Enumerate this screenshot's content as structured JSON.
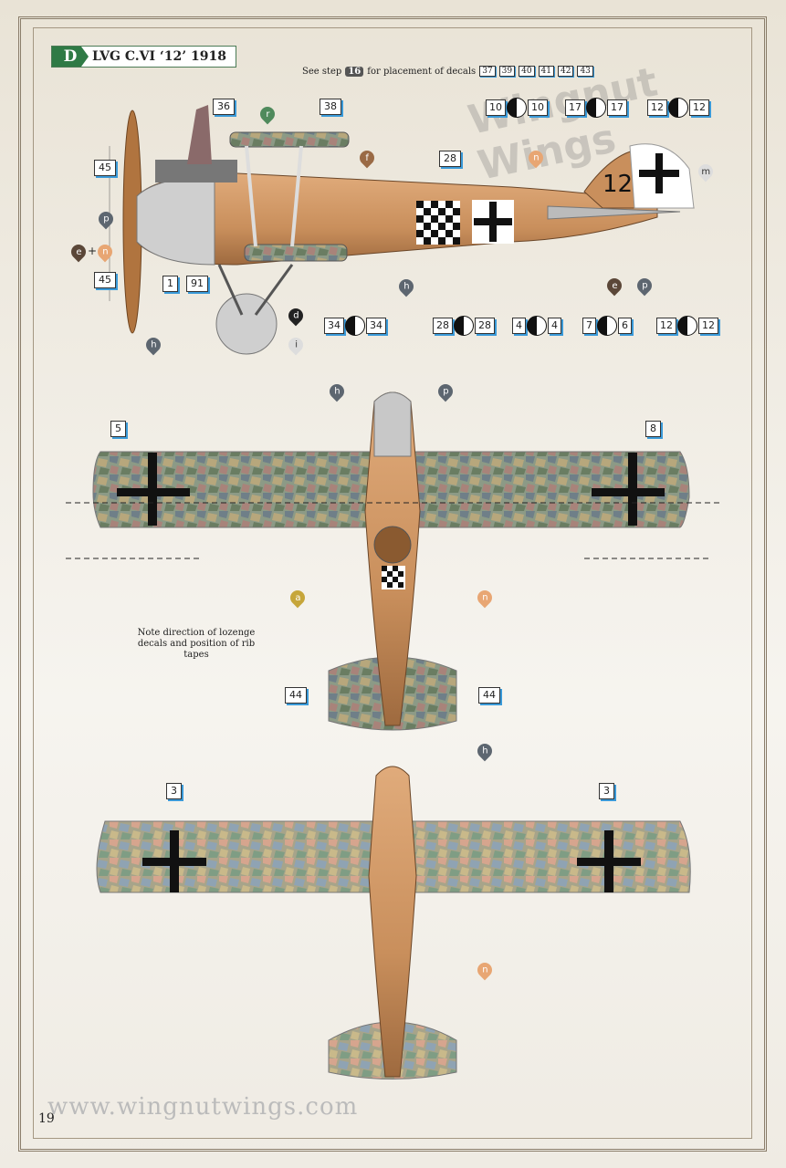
{
  "header": {
    "letter": "D",
    "title": "LVG C.VI  ‘12’  1918"
  },
  "see_step": {
    "prefix": "See step",
    "step": "16",
    "middle": "for placement of decals",
    "decals": [
      "37",
      "39",
      "40",
      "41",
      "42",
      "43"
    ]
  },
  "side_view": {
    "boxes": [
      "36",
      "38",
      "45",
      "45",
      "1",
      "91",
      "28"
    ],
    "pairs": [
      {
        "a": "10",
        "b": "10"
      },
      {
        "a": "17",
        "b": "17"
      },
      {
        "a": "12",
        "b": "12"
      },
      {
        "a": "34",
        "b": "34"
      },
      {
        "a": "28",
        "b": "28"
      },
      {
        "a": "4",
        "b": "4"
      },
      {
        "a": "7",
        "b": "6"
      },
      {
        "a": "12",
        "b": "12"
      }
    ],
    "drops": [
      "r",
      "f",
      "n",
      "m",
      "p",
      "e",
      "n",
      "h",
      "d",
      "h",
      "i",
      "e",
      "p"
    ],
    "plus": "+",
    "fuselage_number": "12"
  },
  "top_view": {
    "boxes": [
      "5",
      "8",
      "44",
      "44"
    ],
    "drops": [
      "h",
      "p",
      "a",
      "n"
    ],
    "note": "Note direction of lozenge decals and position of rib tapes"
  },
  "bottom_view": {
    "boxes": [
      "3",
      "3"
    ],
    "drops": [
      "h",
      "n"
    ]
  },
  "watermark": "Wingnut Wings",
  "footer": {
    "url": "www.wingnutwings.com",
    "page": "19"
  },
  "colors": {
    "badge_green": "#2f7a45",
    "decal_shadow": "#3a9ad9",
    "fuselage": "#c98f5c",
    "drop_brown": "#5b4738",
    "drop_orange": "#e8a673",
    "drop_grey": "#5d6670",
    "drop_yellow": "#c6a63a"
  }
}
